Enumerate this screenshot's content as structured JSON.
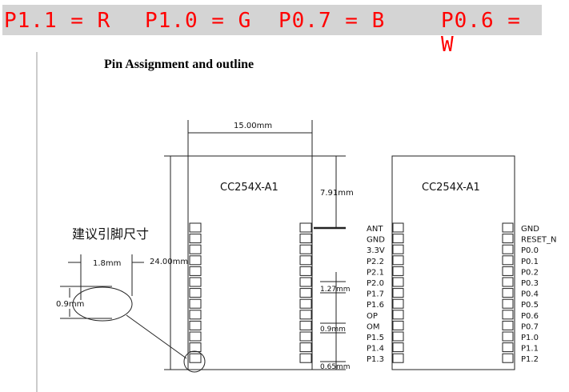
{
  "banner": [
    "P1.1 = R",
    "P1.0 = G",
    "P0.7 = B",
    "P0.6 = W"
  ],
  "title": "Pin Assignment and outline",
  "module_label": "CC254X-A1",
  "dims": {
    "width": "15.00mm",
    "height": "24.00mm",
    "antenna": "7.91mm",
    "pitch": "1.27mm",
    "pad": "0.9mm",
    "bottom": "0.65mm",
    "pad_len": "1.8mm",
    "pad_w": "0.9mm"
  },
  "footprint_note": "建议引脚尺寸",
  "left_pins": [
    "ANT",
    "GND",
    "3.3V",
    "P2.2",
    "P2.1",
    "P2.0",
    "P1.7",
    "P1.6",
    "OP",
    "OM",
    "P1.5",
    "P1.4",
    "P1.3"
  ],
  "right_pins": [
    "GND",
    "RESET_N",
    "P0.0",
    "P0.1",
    "P0.2",
    "P0.3",
    "P0.4",
    "P0.5",
    "P0.6",
    "P0.7",
    "P1.0",
    "P1.1",
    "P1.2"
  ]
}
